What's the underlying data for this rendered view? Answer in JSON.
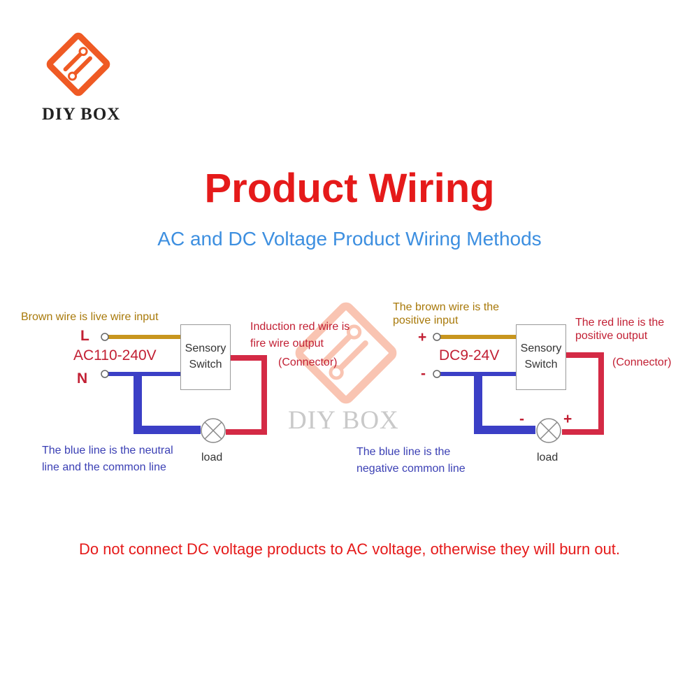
{
  "header": {
    "brand": "DIY BOX",
    "title": "Product Wiring",
    "subtitle": "AC and DC Voltage Product Wiring Methods"
  },
  "watermark": {
    "text": "DIY BOX"
  },
  "ac_diagram": {
    "brown_label": "Brown wire is live wire input",
    "live_terminal": "L",
    "neutral_terminal": "N",
    "voltage": "AC110-240V",
    "switch_line1": "Sensory",
    "switch_line2": "Switch",
    "red_label_line1": "Induction red wire is",
    "red_label_line2": "fire wire output",
    "connector": "(Connector)",
    "blue_label_line1": "The blue line is the neutral",
    "blue_label_line2": "line and the common line",
    "load": "load"
  },
  "dc_diagram": {
    "brown_label_line1": "The brown wire is the",
    "brown_label_line2": "positive input",
    "positive_terminal": "+",
    "negative_terminal": "-",
    "voltage": "DC9-24V",
    "switch_line1": "Sensory",
    "switch_line2": "Switch",
    "red_label_line1": "The red line is the",
    "red_label_line2": "positive output",
    "connector": "(Connector)",
    "blue_label_line1": "The blue line is the",
    "blue_label_line2": "negative common line",
    "load": "load",
    "load_negative": "-",
    "load_positive": "+"
  },
  "footer": {
    "warning": "Do not connect DC voltage products to AC voltage, otherwise they will burn out."
  },
  "colors": {
    "title": "#e51a1a",
    "subtitle": "#3d8fe0",
    "brown_wire": "#c8961e",
    "blue_wire": "#3b3fc6",
    "red_wire": "#d42a45",
    "logo": "#ef5a24"
  }
}
